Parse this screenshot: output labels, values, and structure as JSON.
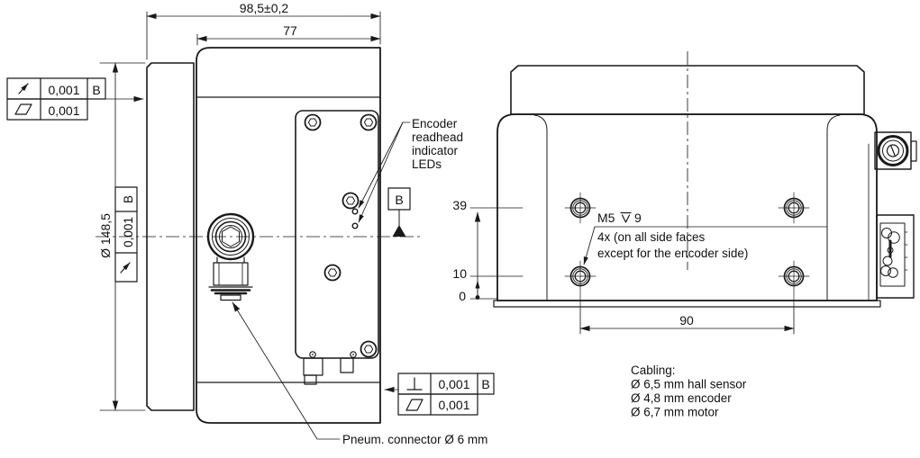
{
  "left_view": {
    "dims": {
      "overall": "98,5±0,2",
      "body_width": "77",
      "flange_diameter": "Ø 148,5"
    },
    "fcf_flange_face": {
      "row1_tol": "0,001",
      "row1_datum": "B",
      "row2_tol": "0,001"
    },
    "fcf_axis": {
      "tol": "0,001",
      "datum": "B"
    },
    "fcf_encoder_face": {
      "row1_tol": "0,001",
      "row1_datum": "B",
      "row2_tol": "0,001"
    },
    "datum_flag": "B",
    "led_note": {
      "line1": "Encoder",
      "line2": "readhead",
      "line3": "indicator",
      "line4": "LEDs"
    },
    "pneum_note": "Pneum. connector Ø 6 mm"
  },
  "right_view": {
    "dims": {
      "hole_upper": "39",
      "hole_lower": "10",
      "base": "0",
      "hole_spacing": "90"
    },
    "thread_note": {
      "thread": "M5",
      "depth": "9",
      "line2": "4x (on all side faces",
      "line3": "except for the encoder side)"
    },
    "cabling_note": {
      "title": "Cabling:",
      "line1": "Ø 6,5 mm hall sensor",
      "line2": "Ø 4,8 mm encoder",
      "line3": "Ø 6,7 mm motor"
    }
  }
}
